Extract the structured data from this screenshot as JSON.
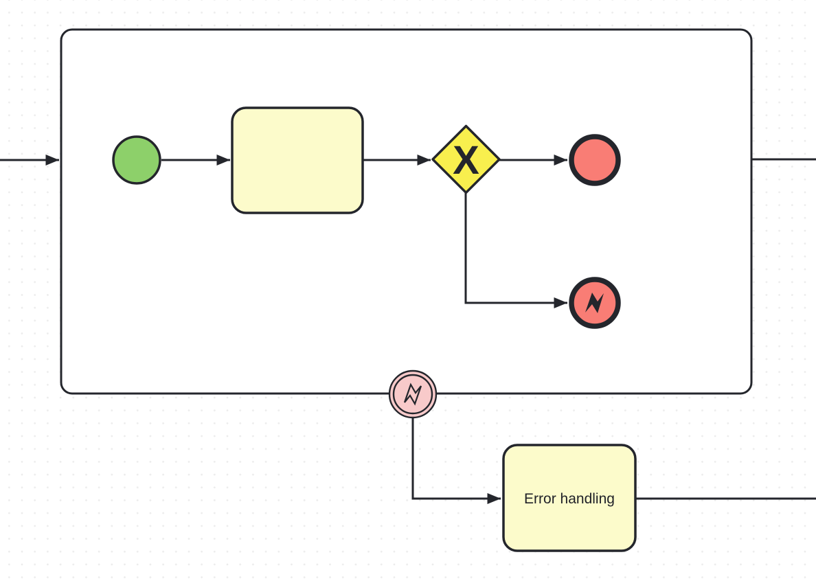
{
  "diagram": {
    "type": "bpmn-process-diagram",
    "labels": {
      "error_handling_task": "Error handling",
      "gateway_marker": "X"
    },
    "nodes": [
      {
        "name": "subprocess-container",
        "type": "expanded-subprocess",
        "label": ""
      },
      {
        "name": "start-event",
        "type": "start-event",
        "label": ""
      },
      {
        "name": "task",
        "type": "task",
        "label": ""
      },
      {
        "name": "exclusive-gateway",
        "type": "exclusive-gateway",
        "marker": "X"
      },
      {
        "name": "end-event",
        "type": "end-event",
        "label": ""
      },
      {
        "name": "error-end-event",
        "type": "error-end-event",
        "label": ""
      },
      {
        "name": "error-boundary-event",
        "type": "error-boundary-event",
        "label": ""
      },
      {
        "name": "error-handling-task",
        "type": "task",
        "label": "Error handling"
      }
    ],
    "colors": {
      "stroke": "#24262c",
      "canvas_bg": "#ffffff",
      "grid_dot": "#ececec",
      "subprocess_fill": "#ffffff",
      "task_fill": "#fcfbcb",
      "gateway_fill": "#f8ef4e",
      "start_event_fill": "#8dd06a",
      "end_event_fill": "#f97d75",
      "boundary_event_fill": "#f8caca",
      "label_text": "#1f2027"
    }
  }
}
